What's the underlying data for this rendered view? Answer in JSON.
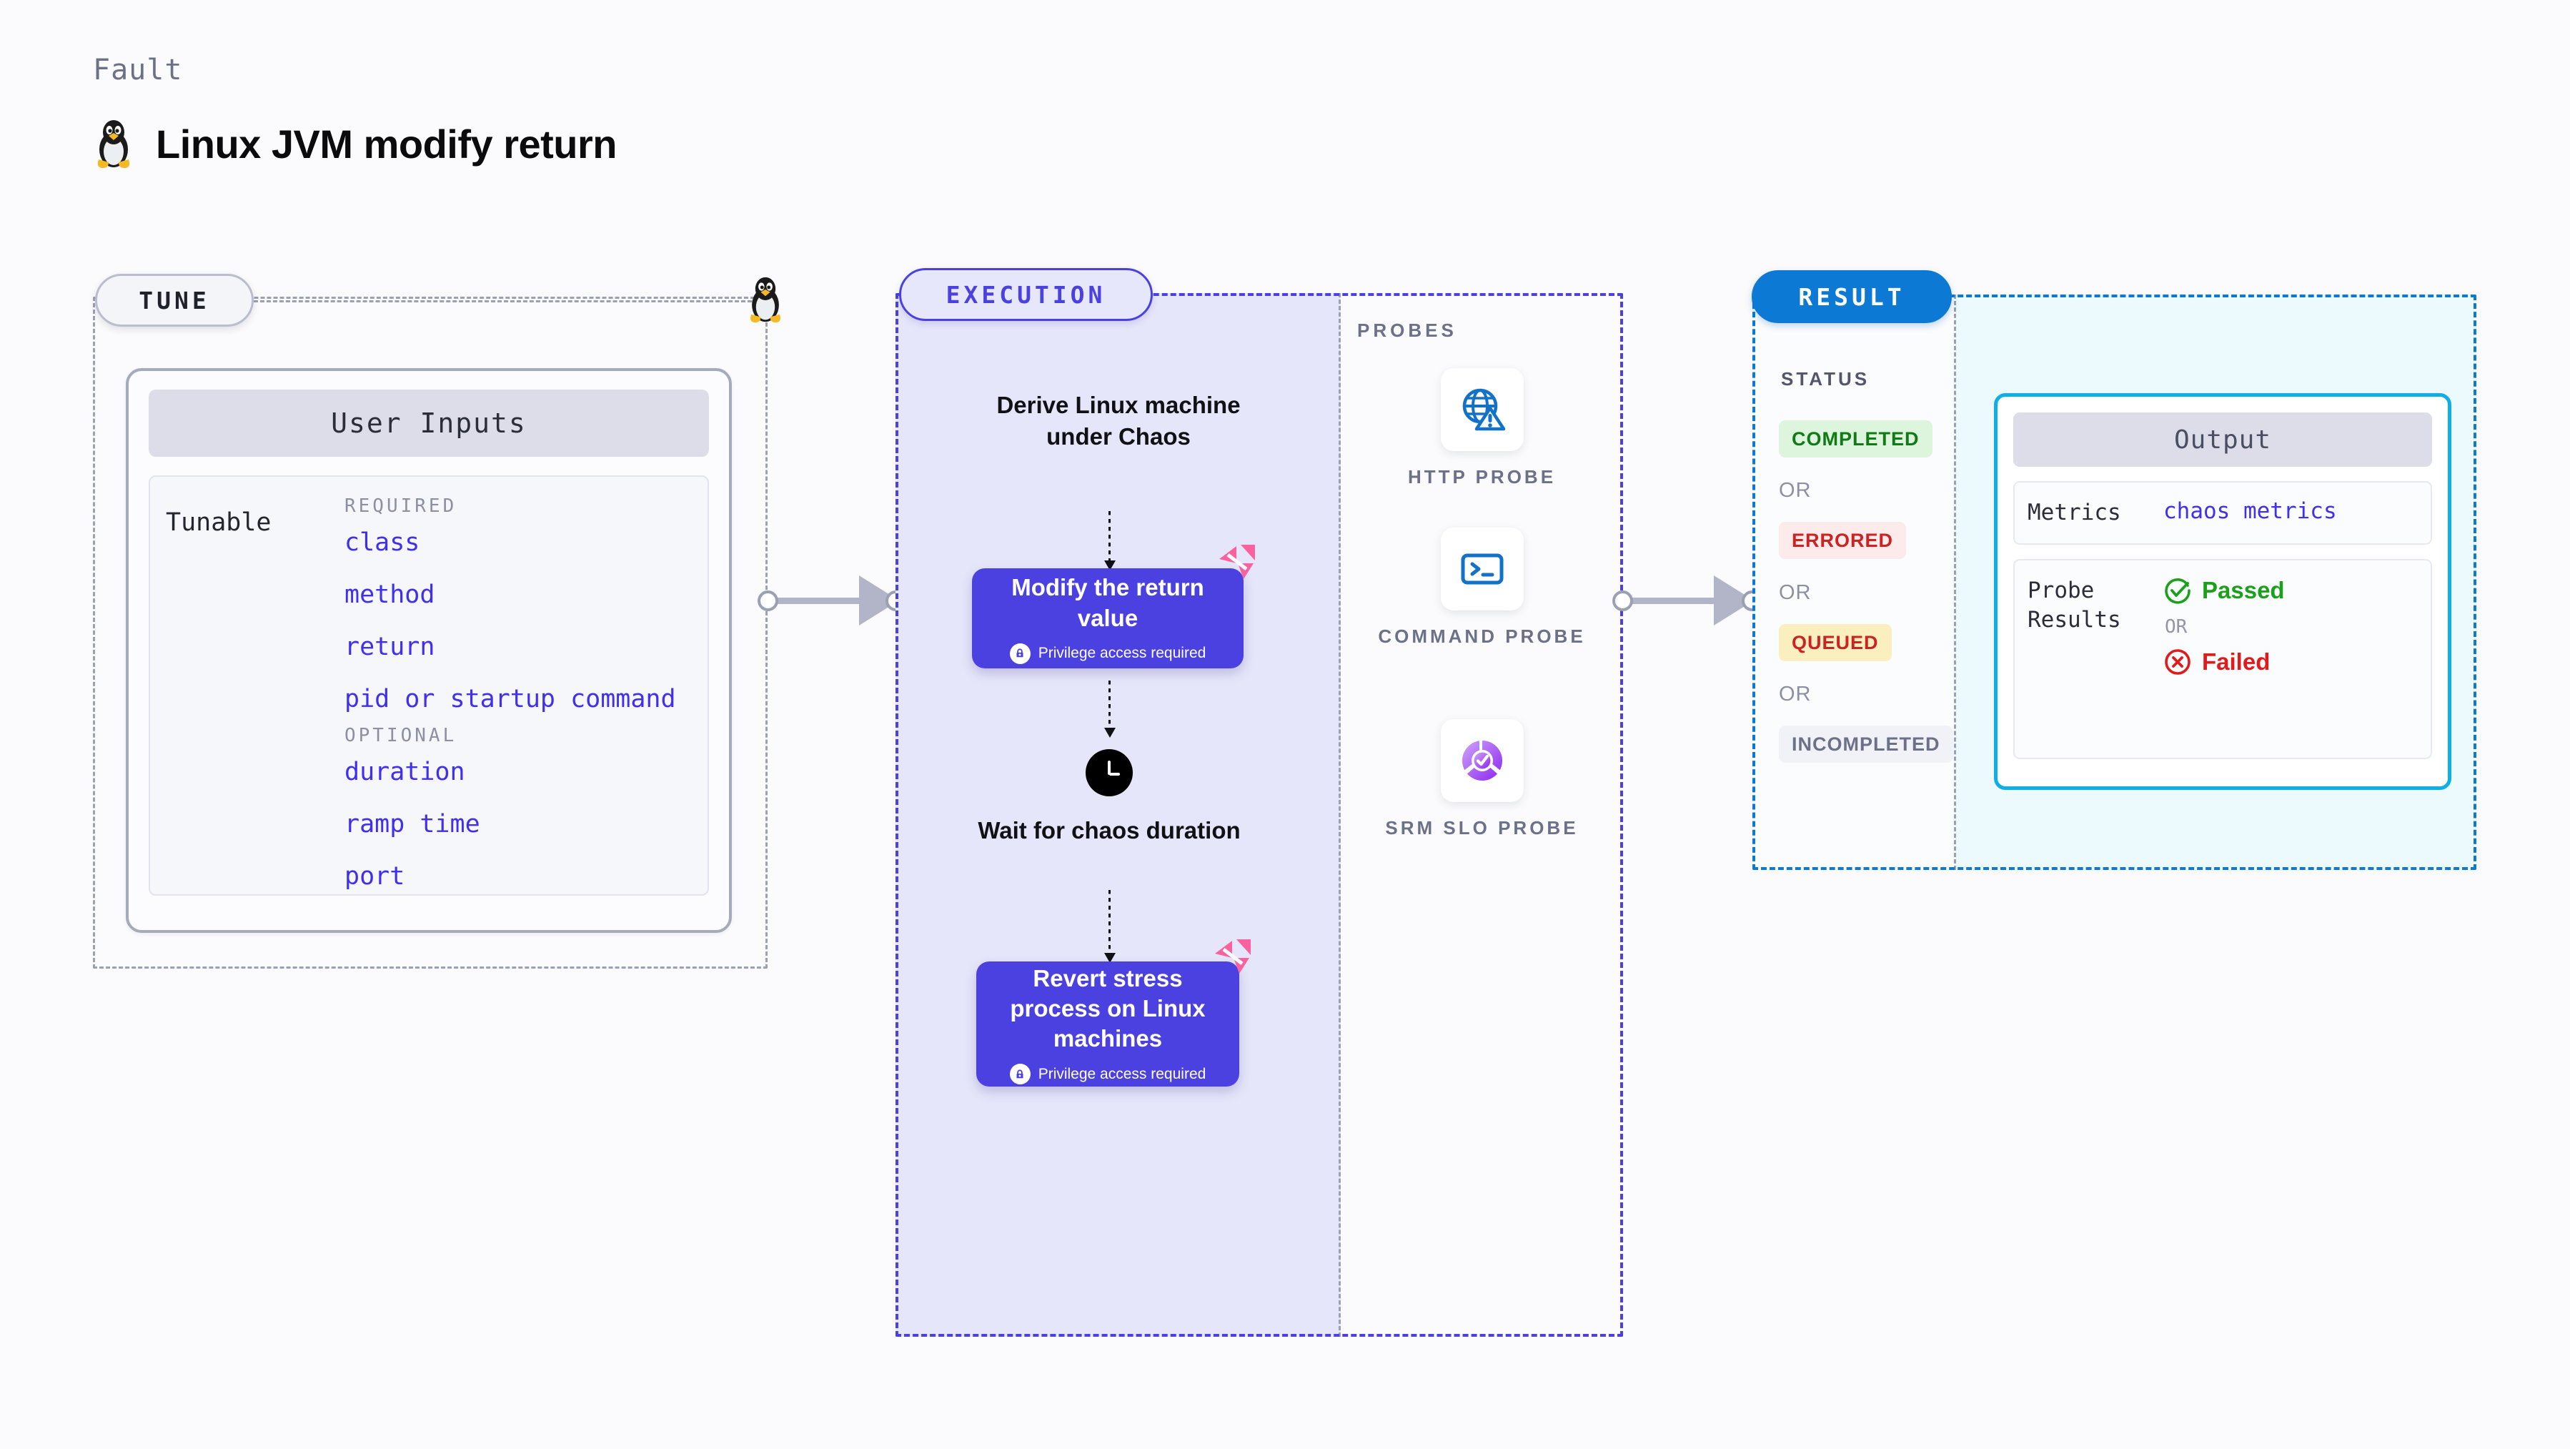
{
  "header": {
    "kicker": "Fault",
    "title": "Linux JVM modify return",
    "icon": "linux-tux-icon"
  },
  "tune": {
    "badge": "TUNE",
    "card_title": "User Inputs",
    "tunable_label": "Tunable",
    "groups": [
      {
        "name": "REQUIRED",
        "items": [
          "class",
          "method",
          "return",
          "pid or startup command"
        ]
      },
      {
        "name": "OPTIONAL",
        "items": [
          "duration",
          "ramp time",
          "port"
        ]
      }
    ]
  },
  "execution": {
    "badge": "EXECUTION",
    "steps": [
      {
        "kind": "label",
        "text": "Derive Linux machine under Chaos"
      },
      {
        "kind": "action",
        "text": "Modify the return value",
        "privilege": "Privilege access required",
        "mark": "harness-icon"
      },
      {
        "kind": "wait",
        "text": "Wait for chaos duration",
        "icon": "clock-icon"
      },
      {
        "kind": "action",
        "text": "Revert stress process on Linux machines",
        "privilege": "Privilege access required",
        "mark": "harness-icon"
      }
    ]
  },
  "probes": {
    "label": "PROBES",
    "items": [
      {
        "name": "HTTP PROBE",
        "icon": "globe-warning-icon"
      },
      {
        "name": "COMMAND PROBE",
        "icon": "terminal-icon"
      },
      {
        "name": "SRM SLO PROBE",
        "icon": "slo-donut-check-icon"
      }
    ]
  },
  "result": {
    "badge": "RESULT",
    "status_label": "STATUS",
    "or_text": "OR",
    "statuses": [
      {
        "label": "COMPLETED",
        "bg": "#ddf5dd",
        "fg": "#0f7a16"
      },
      {
        "label": "ERRORED",
        "bg": "#fdeaea",
        "fg": "#cc2222"
      },
      {
        "label": "QUEUED",
        "bg": "#fcefbf",
        "fg": "#cc2222"
      },
      {
        "label": "INCOMPLETED",
        "bg": "#f1f2f7",
        "fg": "#6b7189"
      }
    ],
    "output": {
      "title": "Output",
      "metrics_key": "Metrics",
      "metrics_value": "chaos metrics",
      "probe_results_key": "Probe Results",
      "passed": "Passed",
      "failed": "Failed",
      "or_text": "OR"
    }
  },
  "colors": {
    "accent_purple": "#4a41e0",
    "accent_blue": "#0c79d4",
    "accent_cyan": "#0eaee6",
    "harness_pink": "#f9629f",
    "link_blue": "#4030ee",
    "pass_green": "#1aa01a",
    "fail_red": "#e01b1b"
  }
}
